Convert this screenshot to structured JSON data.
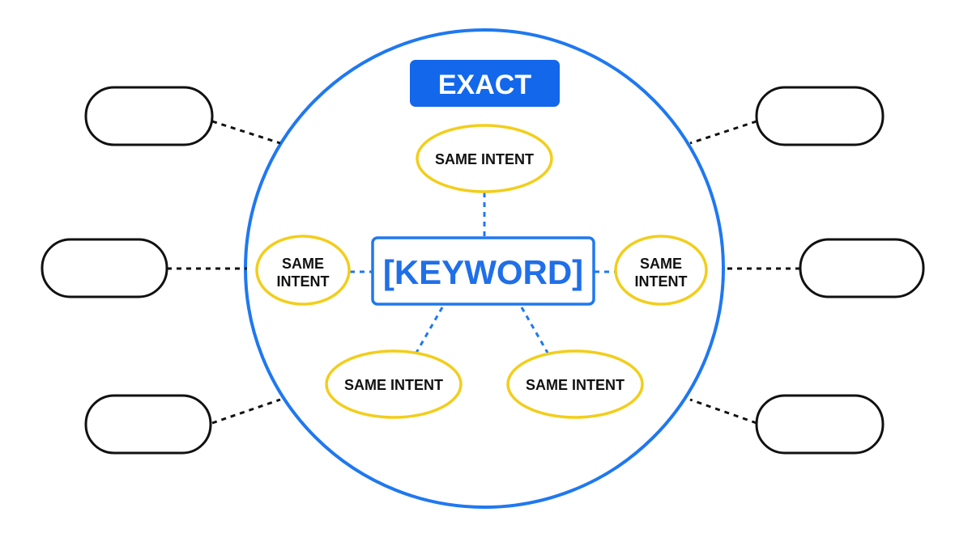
{
  "header": {
    "badge_label": "EXACT"
  },
  "center": {
    "keyword_label": "[KEYWORD]"
  },
  "intents": [
    {
      "lines": [
        "SAME INTENT"
      ]
    },
    {
      "lines": [
        "SAME",
        "INTENT"
      ]
    },
    {
      "lines": [
        "SAME",
        "INTENT"
      ]
    },
    {
      "lines": [
        "SAME INTENT"
      ]
    },
    {
      "lines": [
        "SAME INTENT"
      ]
    }
  ],
  "outer_boxes": [
    {
      "label": ""
    },
    {
      "label": ""
    },
    {
      "label": ""
    },
    {
      "label": ""
    },
    {
      "label": ""
    },
    {
      "label": ""
    }
  ],
  "colors": {
    "circle_blue": "#1f78f0",
    "badge_fill": "#1367ea",
    "keyword_text": "#1f6fe8",
    "intent_yellow": "#f2ce1b",
    "outline_black": "#111111",
    "background": "#ffffff"
  }
}
